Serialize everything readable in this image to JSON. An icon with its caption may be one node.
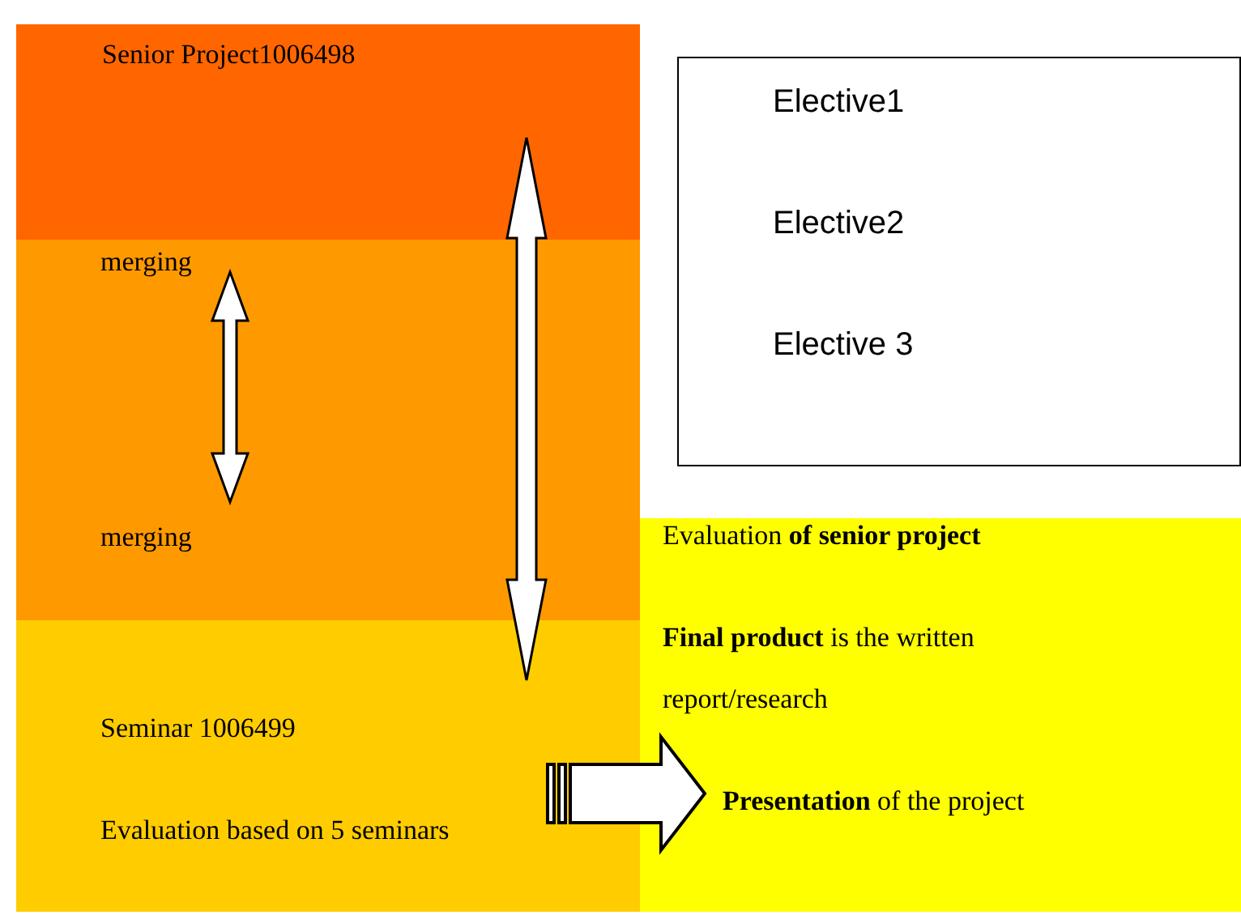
{
  "diagram": {
    "nodes": [
      {
        "text": [
          "Senior Project1006498"
        ]
      },
      {
        "text": [],
        "shape": "box"
      },
      {
        "text": [
          "merging"
        ],
        "in": 1
      },
      {
        "text": [
          "merging"
        ],
        "in": 1
      },
      {
        "text": [
          "Seminar 1006499",
          "Evaluation based on 5 seminars"
        ]
      },
      {
        "text": [
          "Elective1",
          "Elective2",
          "Elective 3"
        ]
      },
      {
        "text": [
          "Evaluation **of senior project**",
          "**Final product** is the written report/research",
          "**Presentation** of the project"
        ]
      }
    ],
    "edges": [
      {
        "from": 2,
        "to": 3,
        "arrow": "both"
      },
      {
        "from": 0,
        "to": 4,
        "arrow": "both"
      },
      {
        "from": 4,
        "to": 6,
        "arrow": "to",
        "style": "thick"
      }
    ]
  }
}
